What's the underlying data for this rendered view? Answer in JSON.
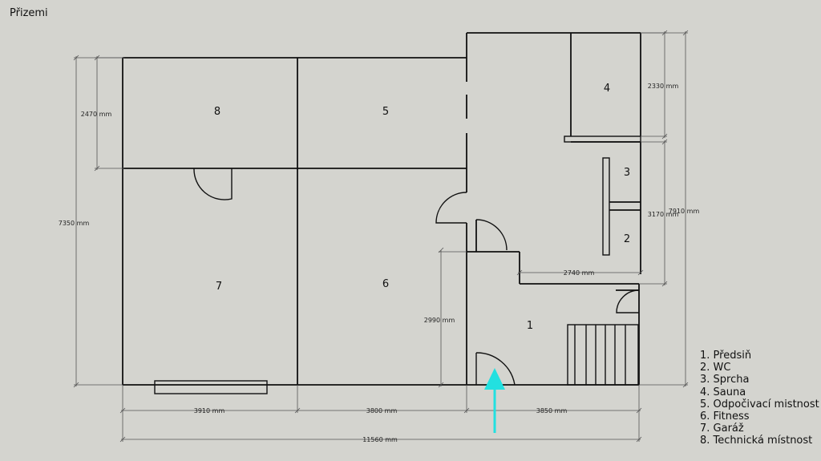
{
  "title": "Přizemi",
  "rooms": [
    {
      "id": "8",
      "label": "8"
    },
    {
      "id": "5",
      "label": "5"
    },
    {
      "id": "4",
      "label": "4"
    },
    {
      "id": "3",
      "label": "3"
    },
    {
      "id": "2",
      "label": "2"
    },
    {
      "id": "7",
      "label": "7"
    },
    {
      "id": "6",
      "label": "6"
    },
    {
      "id": "1",
      "label": "1"
    }
  ],
  "dimensions": {
    "d2470": "2470 mm",
    "d7350": "7350 mm",
    "d2330": "2330 mm",
    "d7910": "7910 mm",
    "d3170": "3170 mm",
    "d2740": "2740 mm",
    "d2990": "2990 mm",
    "d3910": "3910 mm",
    "d3800": "3800 mm",
    "d3850": "3850 mm",
    "d11560": "11560 mm"
  },
  "legend": [
    "1. Předsiň",
    "2. WC",
    "3. Sprcha",
    "4. Sauna",
    "5. Odpočivací mistnost",
    "6. Fitness",
    "7. Garáž",
    "8. Technická místnost"
  ],
  "colors": {
    "background": "#d4d4cf",
    "walls": "#111111",
    "entrance_arrow": "#22e0e0"
  }
}
